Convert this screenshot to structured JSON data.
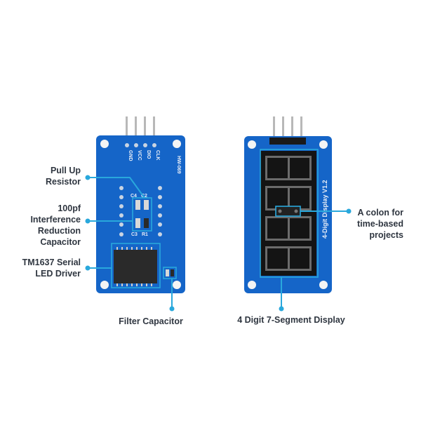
{
  "colors": {
    "board": "#1565c8",
    "leader": "#29a8dc",
    "display": "#141414",
    "text": "#2f3640"
  },
  "left_module": {
    "pin_labels": [
      "GND",
      "VCC",
      "DIO",
      "CLK"
    ],
    "board_id": "HW-069",
    "component_labels": [
      "C4",
      "C2",
      "C3",
      "R1"
    ]
  },
  "right_module": {
    "silk_text": "4-Digit Display V1.2",
    "digits": 4
  },
  "callouts": {
    "pull_up": [
      "Pull Up",
      "Resistor"
    ],
    "capacitor": [
      "100pf",
      "Interference",
      "Reduction",
      "Capacitor"
    ],
    "driver": [
      "TM1637 Serial",
      "LED Driver"
    ],
    "filter": "Filter Capacitor",
    "display": "4 Digit 7-Segment Display",
    "colon": [
      "A colon for",
      "time-based",
      "projects"
    ]
  }
}
